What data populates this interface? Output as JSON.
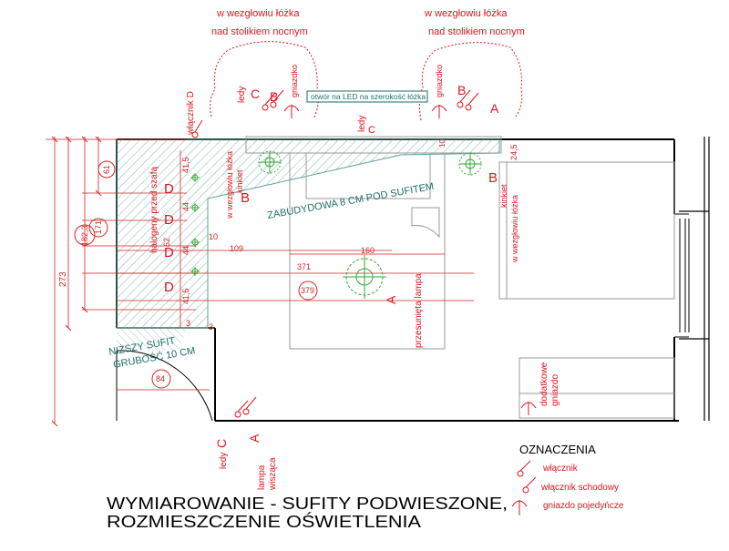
{
  "colors": {
    "annotation_red": "#e0141e",
    "dimension_red": "#d22323",
    "teal": "#1e6e66",
    "light_green": "#33aa33",
    "hatch_green": "#5aa096",
    "grey": "#9a9a9a",
    "black": "#000000"
  },
  "notes": {
    "left_bedside": [
      "w wezgłowiu łóżka",
      "nad stolikiem nocnym"
    ],
    "right_bedside": [
      "w wezgłowiu łóżka",
      "nad stolikiem nocnym"
    ],
    "led_opening": "otwór na LED na szerokość łóżka",
    "ceiling_box": "ZABUDYDOWA 8 CM POD SUFITEM",
    "lower_ceiling": [
      "NIŻSZY SUFIT",
      "GRUBOŚĆ 10 CM"
    ],
    "halogens": "halogeny przed szafą",
    "switch_d": "włącznik D",
    "kinkiet_left": [
      "w wezgłowiu łóżka",
      "kinkiet"
    ],
    "kinkiet_right": [
      "kinkiet",
      "w wezgłowiu łóżka"
    ],
    "moved_lamp": "przesunięta lampa",
    "extra_socket": [
      "dodatkowe",
      "gniazdo"
    ],
    "hanging_lamp": [
      "lampa",
      "wisząca"
    ]
  },
  "letters": {
    "A": "A",
    "B": "B",
    "C": "C",
    "D": "D"
  },
  "words": {
    "led": "ledy",
    "socket": "gniazdko"
  },
  "dimensions": {
    "d61": "61",
    "d171": "171",
    "d1825": "182,3",
    "d273": "273",
    "d415a": "41,5",
    "d44a": "44",
    "d10": "10",
    "d62": "62",
    "d44b": "44",
    "d415b": "41,5",
    "d109": "109",
    "d371": "371",
    "d379": "379",
    "d160": "160",
    "d3a": "3",
    "d3b": "3",
    "d84": "84",
    "d245": "24,5",
    "d10b": "10"
  },
  "legend": {
    "title": "OZNACZENIA",
    "items": [
      "włącznik",
      "włącznik schodowy",
      "gniazdo pojedyńcze"
    ]
  },
  "title_block": {
    "line1": "WYMIAROWANIE - SUFITY PODWIESZONE,",
    "line2": "ROZMIESZCZENIE OŚWIETLENIA"
  }
}
